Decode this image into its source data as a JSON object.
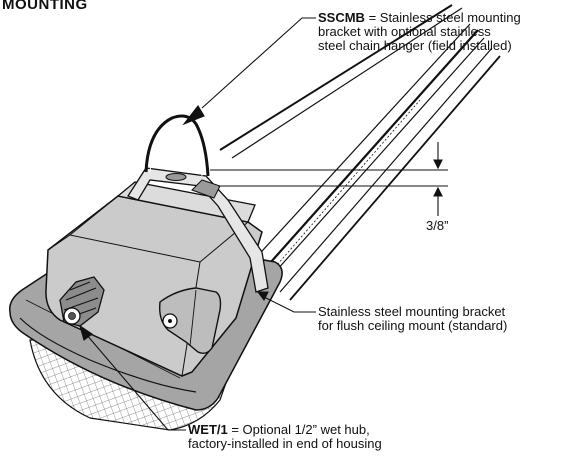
{
  "heading": "MOUNTING",
  "callouts": {
    "sscmb": {
      "code": "SSCMB",
      "line1_rest": " = Stainless steel mounting",
      "line2": "bracket with optional stainless",
      "line3": "steel chain hanger (field installed)"
    },
    "dimension": {
      "value": "3/8”"
    },
    "flush_bracket": {
      "line1": "Stainless steel mounting bracket",
      "line2": "for flush ceiling mount (standard)"
    },
    "wet_hub": {
      "code": "WET/1",
      "line1_rest": " = Optional 1/2” wet hub,",
      "line2": "factory-installed in end of housing"
    }
  }
}
